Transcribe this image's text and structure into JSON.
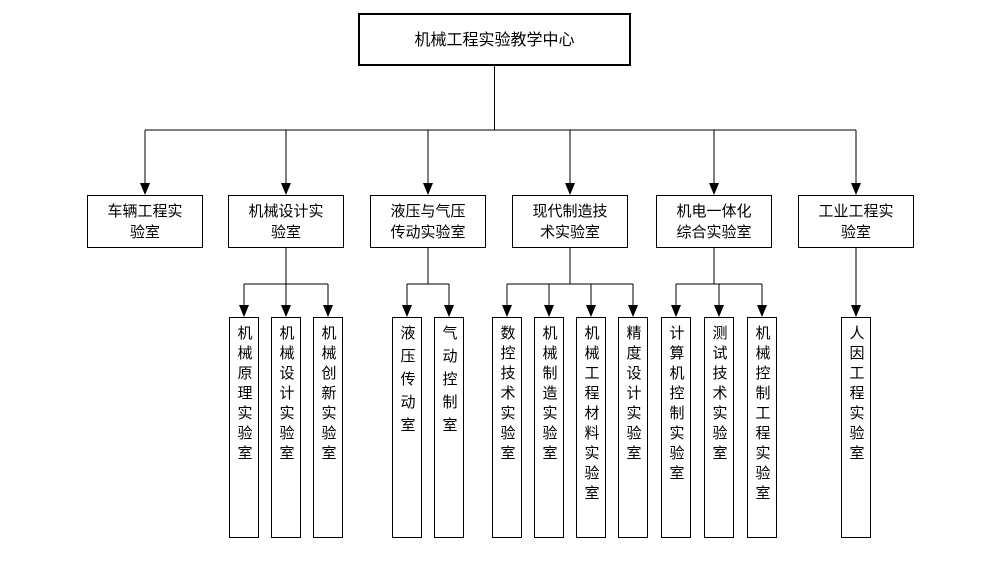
{
  "root": {
    "label": "机械工程实验教学中心"
  },
  "branches": [
    {
      "label": "车辆工程实验室",
      "children": []
    },
    {
      "label": "机械设计实验室",
      "children": [
        "机械原理实验室",
        "机械设计实验室",
        "机械创新实验室"
      ]
    },
    {
      "label": "液压与气压传动实验室",
      "children": [
        "液压传动室",
        "气动控制室"
      ]
    },
    {
      "label": "现代制造技术实验室",
      "children": [
        "数控技术实验室",
        "机械制造实验室",
        "机械工程材料实验室",
        "精度设计实验室"
      ]
    },
    {
      "label": "机电一体化综合实验室",
      "children": [
        "计算机控制实验室",
        "测试技术实验室",
        "机械控制工程实验室"
      ]
    },
    {
      "label": "工业工程实验室",
      "children": [
        "人因工程实验室"
      ]
    }
  ],
  "colors": {
    "line": "#000000",
    "border": "#000000",
    "background": "#ffffff",
    "text": "#000000"
  }
}
